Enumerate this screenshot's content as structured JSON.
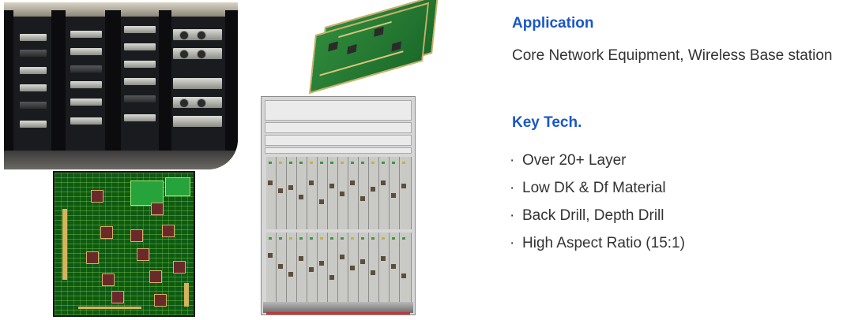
{
  "application": {
    "heading": "Application",
    "text": "Core Network Equipment, Wireless Base station"
  },
  "key_tech": {
    "heading": "Key Tech.",
    "bullet_mark": "·",
    "items": [
      "Over 20+ Layer",
      "Low DK & Df Material",
      "Back Drill, Depth Drill",
      "High Aspect Ratio (15:1)"
    ]
  },
  "colors": {
    "heading": "#1a57c8",
    "body_text": "#333333"
  }
}
